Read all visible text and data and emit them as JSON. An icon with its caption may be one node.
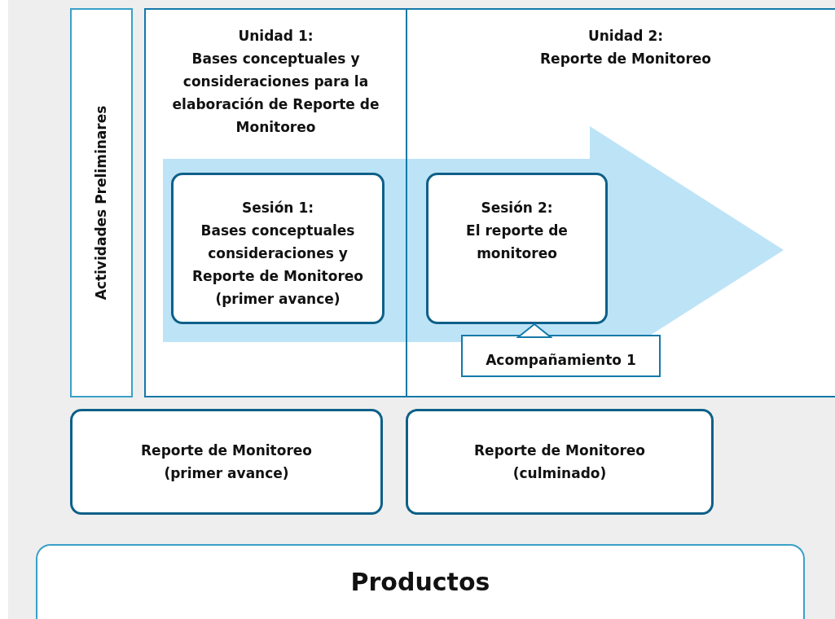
{
  "diagram": {
    "nodes": [
      {
        "text": [
          "Actividades Preliminares"
        ]
      },
      {
        "text": [
          "Unidad 1:",
          "Bases conceptuales y consideraciones para la elaboración de Reporte de Monitoreo"
        ]
      },
      {
        "text": [
          "Unidad 2:",
          "Reporte de Monitoreo"
        ]
      },
      {
        "text": [
          "Sesión 1:",
          "Bases conceptuales consideraciones y Reporte de Monitoreo (primer avance)"
        ],
        "in": 1
      },
      {
        "text": [
          "Sesión 2:",
          "El reporte de monitoreo"
        ],
        "in": 2
      },
      {
        "text": [
          "Acompañamiento 1"
        ],
        "in": 2
      },
      {
        "text": [
          "Reporte de Monitoreo (primer avance)"
        ]
      },
      {
        "text": [
          "Reporte de Monitoreo (culminado)"
        ]
      },
      {
        "text": [
          "Productos"
        ]
      }
    ],
    "edges": [
      {
        "from": 5,
        "to": 4,
        "arrow": "to"
      }
    ]
  }
}
